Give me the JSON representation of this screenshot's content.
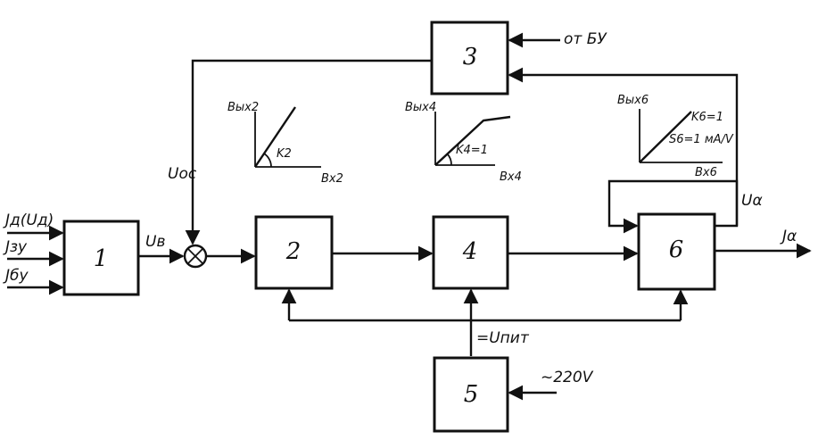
{
  "blocks": {
    "b1": "1",
    "b2": "2",
    "b3": "3",
    "b4": "4",
    "b5": "5",
    "b6": "6"
  },
  "signals": {
    "in_1": "Jд(Uд)",
    "in_2": "Jзу",
    "in_3": "Jбу",
    "ue": "Uв",
    "uoc": "Uос",
    "from_bu": "от БУ",
    "upit": "=Uпит",
    "ac_supply": "~220V",
    "ua": "Uα",
    "ja": "Jα"
  },
  "characteristics": {
    "c2": {
      "out_axis": "Вых2",
      "in_axis": "Вх2",
      "gain": "K2"
    },
    "c4": {
      "out_axis": "Вых4",
      "in_axis": "Вх4",
      "gain": "K4=1"
    },
    "c6": {
      "out_axis": "Вых6",
      "in_axis": "Вх6",
      "gain": "K6=1",
      "slope": "S6=1 мА/V"
    }
  }
}
